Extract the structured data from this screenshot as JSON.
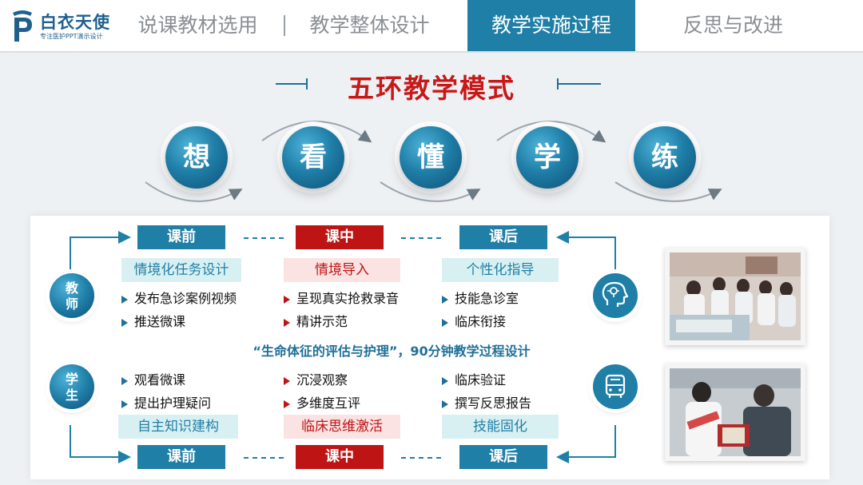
{
  "logo": {
    "name": "白衣天使",
    "tagline": "专注医护PPT演示设计"
  },
  "nav": {
    "tabs": [
      {
        "label": "说课教材选用"
      },
      {
        "label": "教学整体设计"
      },
      {
        "label": "教学实施过程"
      },
      {
        "label": "反思与改进"
      }
    ],
    "active_tab": "教学实施过程"
  },
  "title": "五环教学模式",
  "rings": [
    "想",
    "看",
    "懂",
    "学",
    "练"
  ],
  "phases_top": [
    "课前",
    "课中",
    "课后"
  ],
  "phases_bottom": [
    "课前",
    "课中",
    "课后"
  ],
  "teacher": {
    "label_line1": "教",
    "label_line2": "师",
    "subtitles": [
      "情境化任务设计",
      "情境导入",
      "个性化指导"
    ],
    "items": [
      [
        "发布急诊案例视频",
        "推送微课"
      ],
      [
        "呈现真实抢救录音",
        "精讲示范"
      ],
      [
        "技能急诊室",
        "临床衔接"
      ]
    ]
  },
  "center_text": "“生命体征的评估与护理”，90分钟教学过程设计",
  "student": {
    "label_line1": "学",
    "label_line2": "生",
    "subtitles": [
      "自主知识建构",
      "临床思维激活",
      "技能固化"
    ],
    "items": [
      [
        "观看微课",
        "提出护理疑问"
      ],
      [
        "沉浸观察",
        "多维度互评"
      ],
      [
        "临床验证",
        "撰写反思报告"
      ]
    ]
  },
  "colors": {
    "primary": "#1f7fa6",
    "accent": "#bf1414",
    "light_blue": "#d9f0f2",
    "light_red": "#fbe3e3"
  },
  "icons": [
    "brain-head-icon",
    "bus-icon"
  ]
}
